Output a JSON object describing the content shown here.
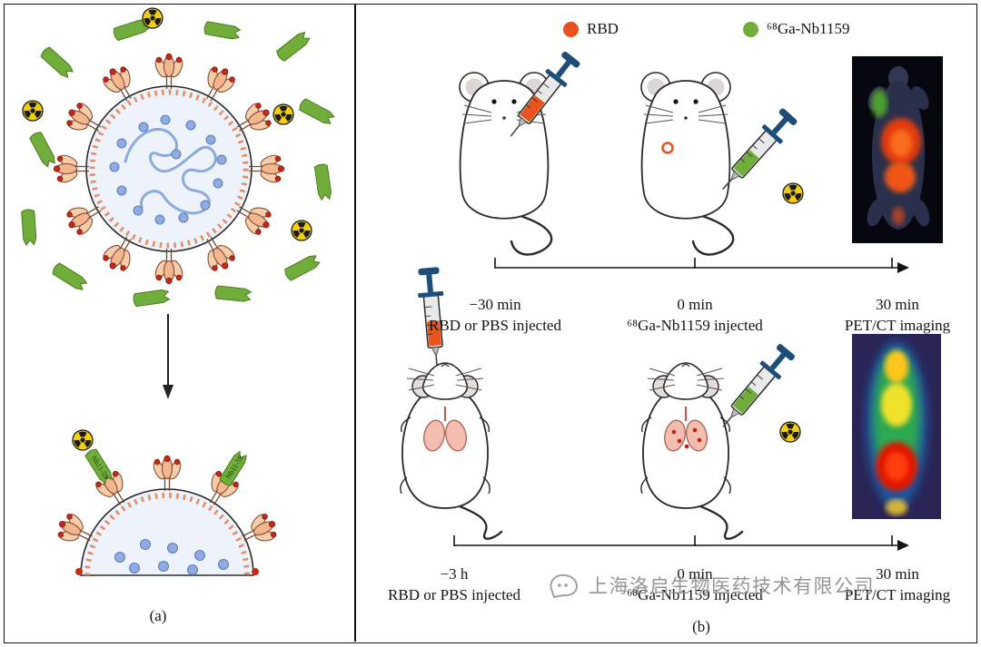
{
  "figure": {
    "panel_a_label": "(a)",
    "panel_b_label": "(b)"
  },
  "panel_a": {
    "nanobody_label": "Nb11-59"
  },
  "panel_b": {
    "legend": [
      {
        "label": "RBD",
        "color": "#e8501d"
      },
      {
        "label": "⁶⁸Ga-Nb1159",
        "color": "#70ad3b"
      }
    ],
    "timelines": [
      {
        "ticks": [
          {
            "time": "−30 min",
            "event": "RBD or PBS injected"
          },
          {
            "time": "0 min",
            "event": "⁶⁸Ga-Nb1159 injected"
          },
          {
            "time": "30 min",
            "event": "PET/CT imaging"
          }
        ]
      },
      {
        "ticks": [
          {
            "time": "−3 h",
            "event": "RBD or PBS injected"
          },
          {
            "time": "0 min",
            "event": "⁶⁸Ga-Nb1159 injected"
          },
          {
            "time": "30 min",
            "event": "PET/CT imaging"
          }
        ]
      }
    ]
  },
  "watermark": {
    "text": "上海洛启生物医药技术有限公司"
  },
  "colors": {
    "rbd_orange": "#e8501d",
    "nanobody_green": "#70ad3b",
    "syringe_handle_navy": "#1d4e79",
    "radioactive_yellow": "#f2cf0e",
    "spike_salmon": "#f2b78f",
    "membrane_marks_orange": "#e2906a",
    "virus_interior_blue": "#eef3fb"
  }
}
